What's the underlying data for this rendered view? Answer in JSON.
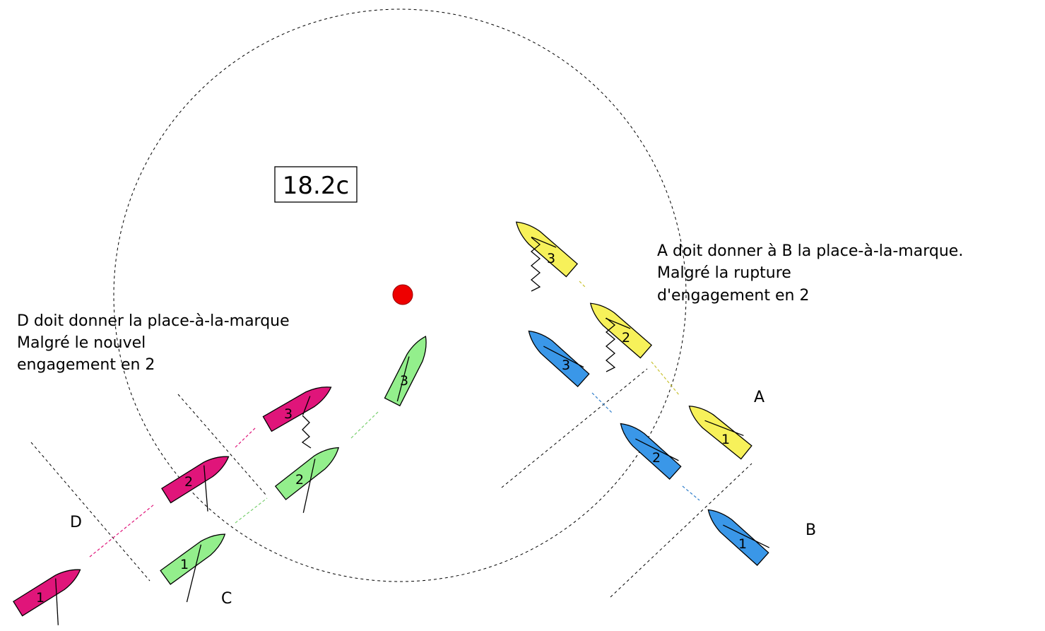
{
  "rule_label": "18.2c",
  "notes": {
    "right_line1": "A doit donner à B la place-à-la-marque.",
    "right_line2": "Malgré la rupture",
    "right_line3": "d'engagement en 2",
    "left_line1": "D doit donner la place-à-la-marque",
    "left_line2": "Malgré le nouvel",
    "left_line3": "engagement en 2"
  },
  "boat_labels": {
    "A": "A",
    "B": "B",
    "C": "C",
    "D": "D"
  },
  "positions": [
    "1",
    "2",
    "3"
  ],
  "colors": {
    "yellow": "#f7f15a",
    "blue": "#3a97e8",
    "green": "#93ef8c",
    "magenta": "#e0157a",
    "mark": "#ee0000"
  }
}
